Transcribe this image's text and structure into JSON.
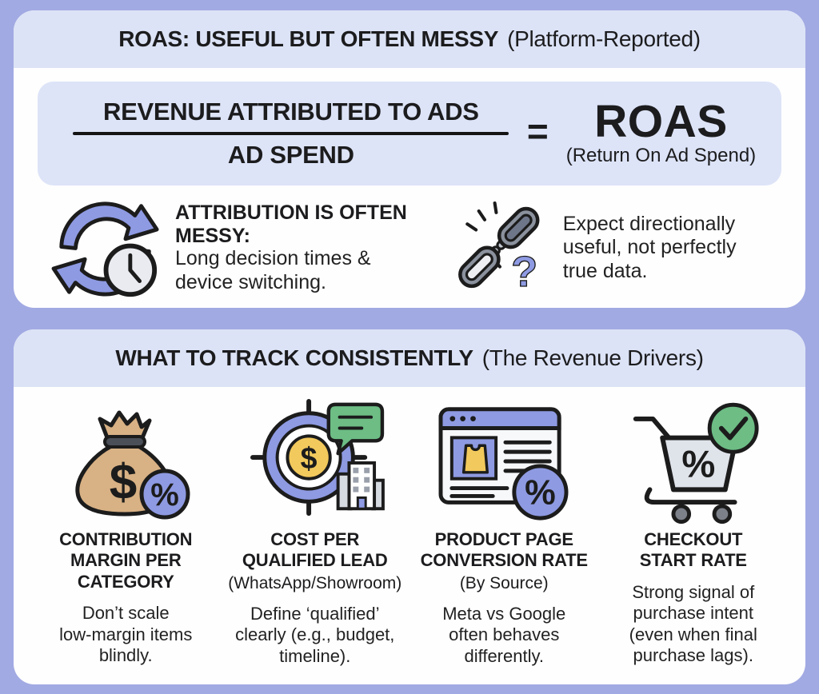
{
  "colors": {
    "background": "#a2aae3",
    "card": "#fefefe",
    "header_band": "#dce3f6",
    "formula_panel": "#dde4f8",
    "text": "#1c1c1e",
    "accent_periwinkle": "#8e9ae2",
    "accent_green": "#6dbd85",
    "accent_yellow": "#f2c95c",
    "accent_tan": "#d8b184",
    "chain_gray": "#8b929e"
  },
  "section1": {
    "header": {
      "bold": "ROAS: USEFUL BUT OFTEN MESSY",
      "regular": "(Platform-Reported)"
    },
    "formula": {
      "numerator": "REVENUE ATTRIBUTED TO ADS",
      "denominator": "AD SPEND",
      "equals": "=",
      "result": "ROAS",
      "result_sub": "(Return On Ad Spend)"
    },
    "callouts": [
      {
        "icon": "refresh-clock-icon",
        "title": "ATTRIBUTION IS OFTEN MESSY:",
        "body": "Long decision times &\ndevice switching."
      },
      {
        "icon": "broken-chain-icon",
        "title": "",
        "body": "Expect directionally\nuseful, not perfectly\ntrue data."
      }
    ]
  },
  "section2": {
    "header": {
      "bold": "WHAT TO TRACK CONSISTENTLY",
      "regular": "(The Revenue Drivers)"
    },
    "columns": [
      {
        "icon": "money-bag-percent-icon",
        "title": "CONTRIBUTION\nMARGIN PER\nCATEGORY",
        "subtitle": "",
        "body": "Don’t scale\nlow-margin items\nblindly."
      },
      {
        "icon": "target-lead-icon",
        "title": "COST PER\nQUALIFIED LEAD",
        "subtitle": "(WhatsApp/Showroom)",
        "body": "Define ‘qualified’\nclearly (e.g., budget,\ntimeline)."
      },
      {
        "icon": "product-page-icon",
        "title": "PRODUCT PAGE\nCONVERSION RATE",
        "subtitle": "(By Source)",
        "body": "Meta vs Google\noften behaves\ndifferently."
      },
      {
        "icon": "cart-check-icon",
        "title": "CHECKOUT\nSTART RATE",
        "subtitle": "",
        "body": "Strong signal of\npurchase intent\n(even when final\npurchase lags)."
      }
    ]
  }
}
